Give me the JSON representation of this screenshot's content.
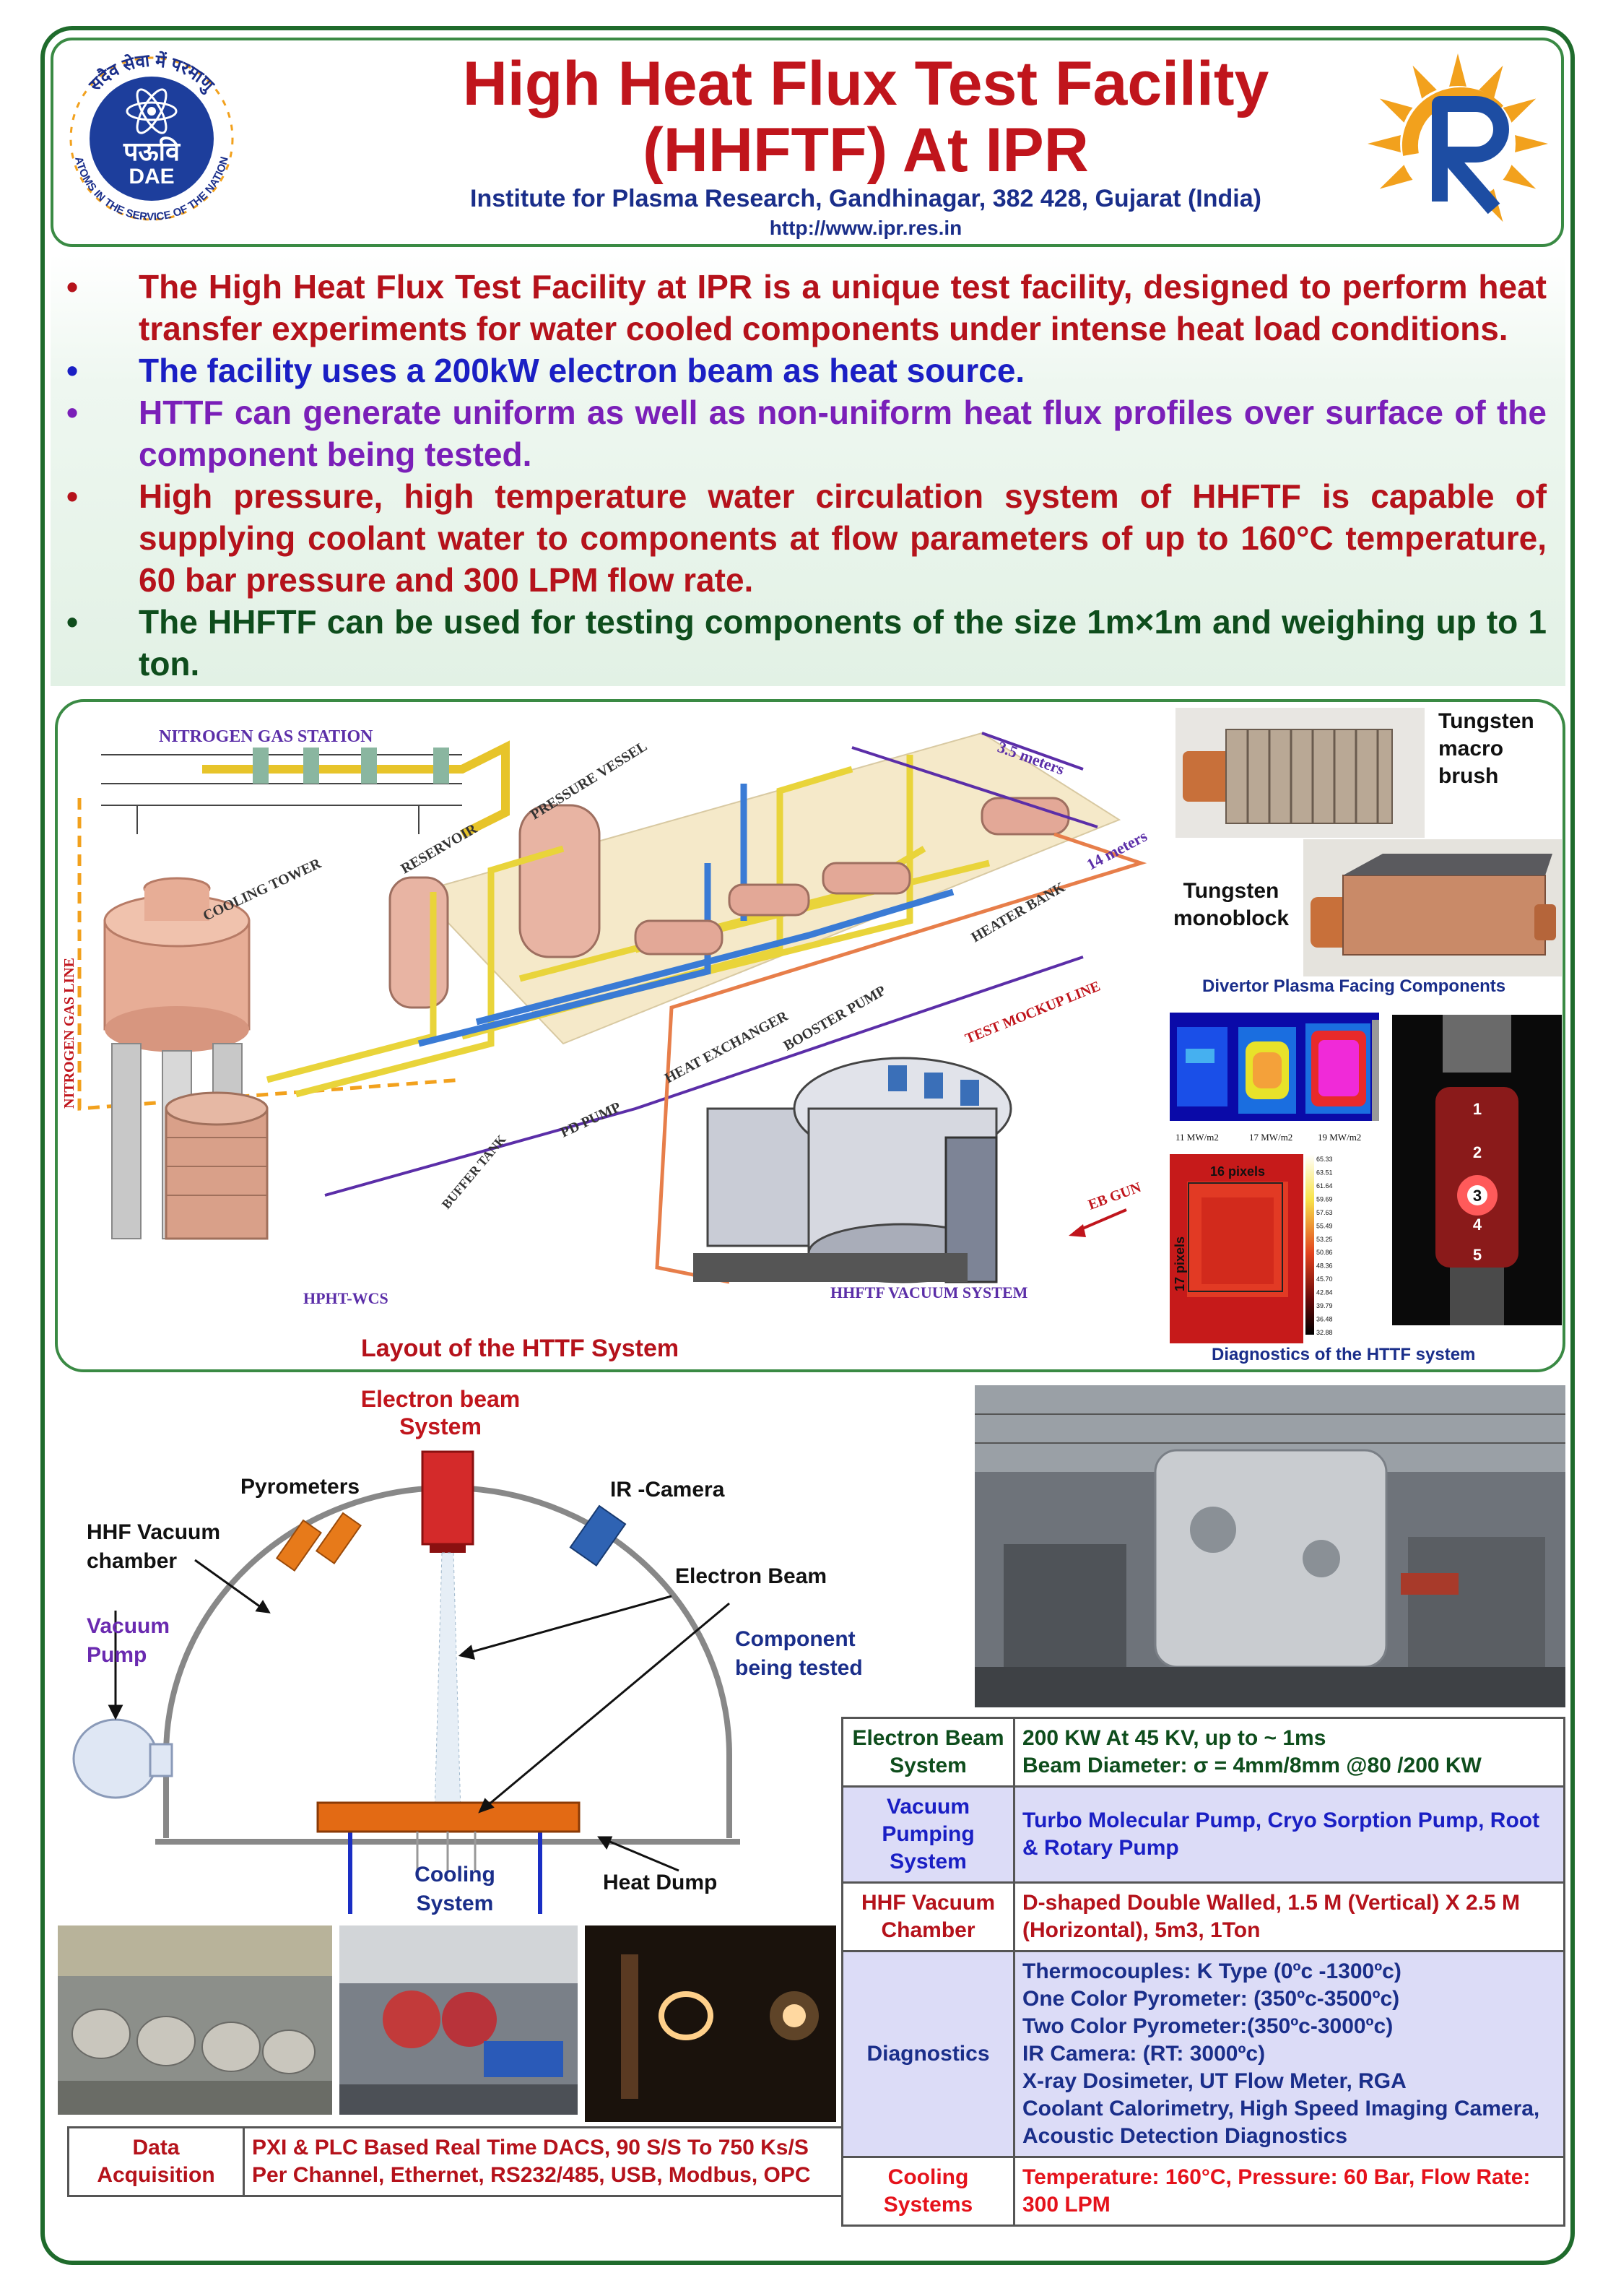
{
  "header": {
    "title_line1": "High Heat Flux Test Facility",
    "title_line2": "(HHFTF) At IPR",
    "institute": "Institute for Plasma Research, Gandhinagar, 382 428, Gujarat (India)",
    "url": "http://www.ipr.res.in",
    "dae_logo_text": "पऊवि",
    "dae_logo_sub": "DAE",
    "dae_ring_top": "सदैव सेवा में परमाणु",
    "dae_ring_bottom": "ATOMS IN THE SERVICE OF THE NATION"
  },
  "bullets": [
    {
      "text": "The High Heat Flux Test Facility at IPR is a unique test facility, designed to perform heat transfer experiments for water cooled components under intense heat load conditions.",
      "color": "#b5121b"
    },
    {
      "text": "The facility uses a 200kW electron beam as heat source.",
      "color": "#1a1fc4"
    },
    {
      "text": "HTTF can generate uniform as well as non-uniform heat flux profiles over surface of the component being tested.",
      "color": "#7a1fb8"
    },
    {
      "text": "High pressure, high temperature water circulation system of HHFTF is capable of supplying coolant water to components at flow parameters of up to 160°C temperature, 60 bar pressure and 300 LPM flow rate.",
      "color": "#b5121b"
    },
    {
      "text": "The HHFTF can be used for testing components of the size 1m×1m and weighing up to 1 ton.",
      "color": "#0e4d1c"
    }
  ],
  "bullet_glyph": "•",
  "layout": {
    "nitrogen_station": "NITROGEN GAS STATION",
    "nitrogen_line": "NITROGEN GAS LINE",
    "cooling_tower": "COOLING TOWER",
    "reservoir": "RESERVOIR",
    "pressure_vessel": "PRESSURE VESSEL",
    "dim_35": "3.5 meters",
    "dim_14": "14 meters",
    "heater_bank": "HEATER BANK",
    "test_mockup_line": "TEST MOCKUP LINE",
    "booster_pump": "BOOSTER PUMP",
    "heat_exchanger": "HEAT EXCHANGER",
    "pd_pump": "PD PUMP",
    "buffer_tank": "BUFFER TANK",
    "hpht": "HPHT-WCS",
    "eb_gun": "EB GUN",
    "vacuum_system": "HHFTF VACUUM SYSTEM",
    "caption": "Layout of the HTTF System",
    "tungsten_macro": "Tungsten macro brush",
    "tungsten_mono": "Tungsten monoblock",
    "divertor_caption": "Divertor Plasma Facing Components",
    "ir_labels": [
      "11 MW/m2",
      "17 MW/m2",
      "19 MW/m2"
    ],
    "pixels_h": "16 pixels",
    "pixels_v": "17 pixels",
    "scale_values": [
      "65.33",
      "63.51",
      "61.64",
      "59.69",
      "57.63",
      "55.49",
      "53.25",
      "50.86",
      "48.36",
      "45.70",
      "42.84",
      "39.79",
      "36.48",
      "32.88"
    ],
    "spot_numbers": [
      "1",
      "2",
      "3",
      "4",
      "5"
    ],
    "diagnostics_caption": "Diagnostics of the HTTF system"
  },
  "schematic": {
    "electron_beam_system": "Electron beam System",
    "pyrometers": "Pyrometers",
    "ir_camera": "IR -Camera",
    "hhf_vacuum_chamber": "HHF  Vacuum chamber",
    "electron_beam": "Electron Beam",
    "component_tested": "Component being tested",
    "vacuum_pump": "Vacuum Pump",
    "cooling_system": "Cooling System",
    "heat_dump": "Heat Dump"
  },
  "data_acquisition": {
    "label": "Data Acquisition",
    "value": "PXI & PLC Based Real Time DACS,  90 S/S To 750 Ks/S Per Channel, Ethernet, RS232/485, USB, Modbus, OPC"
  },
  "specs": [
    {
      "label": "Electron Beam System",
      "lines": [
        "200 KW At 45 KV, up to ~ 1ms",
        "Beam Diameter: σ = 4mm/8mm @80 /200  KW"
      ],
      "label_color": "#0e4d1c",
      "value_color": "#0e4d1c",
      "bg": "#ffffff"
    },
    {
      "label": "Vacuum Pumping System",
      "lines": [
        "Turbo Molecular Pump, Cryo Sorption Pump, Root & Rotary Pump"
      ],
      "label_color": "#1a1fc4",
      "value_color": "#1a1fc4",
      "bg": "#dcdcf7"
    },
    {
      "label": "HHF Vacuum Chamber",
      "lines": [
        "D-shaped Double Walled, 1.5 M (Vertical) X 2.5  M (Horizontal), 5m3, 1Ton"
      ],
      "label_color": "#b5121b",
      "value_color": "#b5121b",
      "bg": "#ffffff"
    },
    {
      "label": "Diagnostics",
      "lines": [
        "Thermocouples: K Type (0ºc -1300ºc)",
        "One Color Pyrometer: (350ºc-3500ºc)",
        "Two Color Pyrometer:(350ºc-3000ºc)",
        "IR Camera: (RT: 3000ºc)",
        "X-ray Dosimeter, UT Flow Meter, RGA",
        "Coolant Calorimetry, High Speed Imaging Camera, Acoustic Detection Diagnostics"
      ],
      "label_color": "#1a2e8a",
      "value_color": "#1a2e8a",
      "bg": "#dcdcf7"
    },
    {
      "label": "Cooling Systems",
      "lines": [
        "Temperature: 160°C, Pressure: 60 Bar, Flow Rate: 300 LPM"
      ],
      "label_color": "#e5121b",
      "value_color": "#e5121b",
      "bg": "#ffffff"
    }
  ],
  "colors": {
    "title_red": "#c0151c",
    "border_green": "#1f6b2c",
    "navy": "#1a2e8a"
  }
}
